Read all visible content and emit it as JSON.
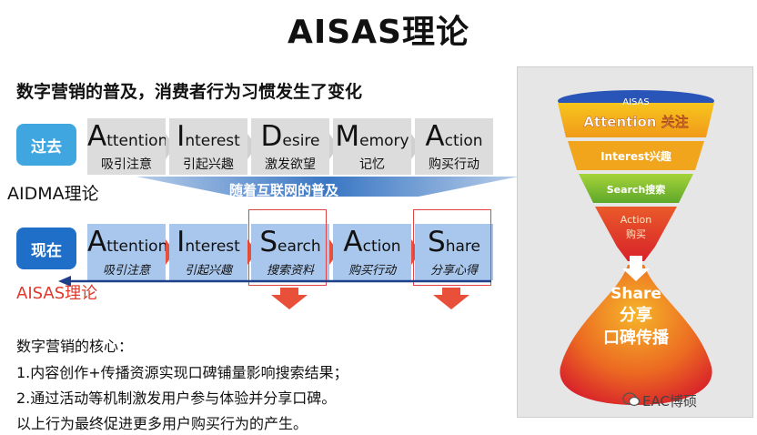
{
  "title": "AISAS理论",
  "subtitle": "数字营销的普及，消费者行为习惯发生了变化",
  "past": {
    "label": "过去",
    "model": "AIDMA理论",
    "steps": [
      {
        "cap": "A",
        "rest": "ttention",
        "cn": "吸引注意"
      },
      {
        "cap": "I",
        "rest": "nterest",
        "cn": "引起兴趣"
      },
      {
        "cap": "D",
        "rest": "esire",
        "cn": "激发欲望"
      },
      {
        "cap": "M",
        "rest": "emory",
        "cn": "记忆"
      },
      {
        "cap": "A",
        "rest": "ction",
        "cn": "购买行动"
      }
    ]
  },
  "banner": "随着互联网的普及",
  "now": {
    "label": "现在",
    "model": "AISAS理论",
    "steps": [
      {
        "cap": "A",
        "rest": "ttention",
        "cn": "吸引注意"
      },
      {
        "cap": "I",
        "rest": "nterest",
        "cn": "引起兴趣"
      },
      {
        "cap": "S",
        "rest": "earch",
        "cn": "搜索资料"
      },
      {
        "cap": "A",
        "rest": "ction",
        "cn": "购买行动"
      },
      {
        "cap": "S",
        "rest": "hare",
        "cn": "分享心得"
      }
    ]
  },
  "core": {
    "heading": "数字营销的核心：",
    "lines": [
      "1.内容创作+传播资源实现口碑铺量影响搜索结果；",
      "2.通过活动等机制激发用户参与体验并分享口碑。",
      "以上行为最终促进更多用户购买行为的产生。"
    ]
  },
  "funnel": {
    "top": "AISAS",
    "attention": "Attention 关注",
    "interest": "Interest兴趣",
    "search": "Search搜索",
    "action_en": "Action",
    "action_cn": "购买",
    "share_en": "Share",
    "share_cn1": "分享",
    "share_cn2": "口碑传播"
  },
  "watermark": "EAC博硕",
  "colors": {
    "past_label": "#3fa6e0",
    "now_label": "#1f6fc9",
    "highlight": "#e04545"
  }
}
